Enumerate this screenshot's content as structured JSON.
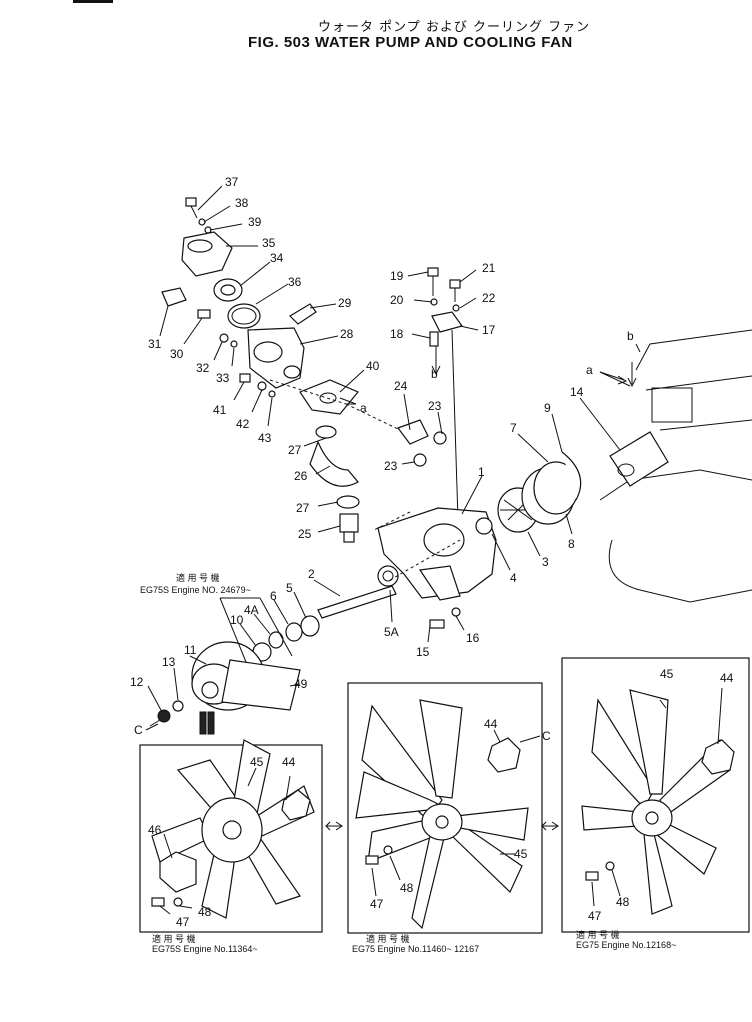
{
  "title_jp": "ウォータ ポンプ および クーリング ファン",
  "title_en": "FIG. 503  WATER PUMP AND COOLING FAN",
  "part_numbers": [
    "37",
    "38",
    "39",
    "35",
    "34",
    "36",
    "29",
    "28",
    "31",
    "30",
    "32",
    "33",
    "40",
    "41",
    "42",
    "43",
    "a",
    "24",
    "23",
    "23",
    "27",
    "26",
    "27",
    "25",
    "19",
    "21",
    "20",
    "22",
    "18",
    "17",
    "b",
    "b",
    "a",
    "14",
    "9",
    "7",
    "1",
    "8",
    "3",
    "4",
    "2",
    "5",
    "6",
    "4A",
    "10",
    "11",
    "13",
    "12",
    "C",
    "49",
    "5A",
    "15",
    "16",
    "44",
    "45",
    "46",
    "47",
    "48",
    "44",
    "C",
    "45",
    "47",
    "48",
    "44",
    "45",
    "47",
    "48"
  ],
  "applicable_header": "適 用 号 機",
  "engine_note_top": "EG75S  Engine NO. 24679~",
  "panels": [
    {
      "applicable": "適 用 号 機",
      "engine": "EG75S  Engine No.11364~"
    },
    {
      "applicable": "適 用 号 機",
      "engine": "EG75  Engine No.11460~ 12167"
    },
    {
      "applicable": "適 用 号 機",
      "engine": "EG75  Engine No.12168~"
    }
  ]
}
